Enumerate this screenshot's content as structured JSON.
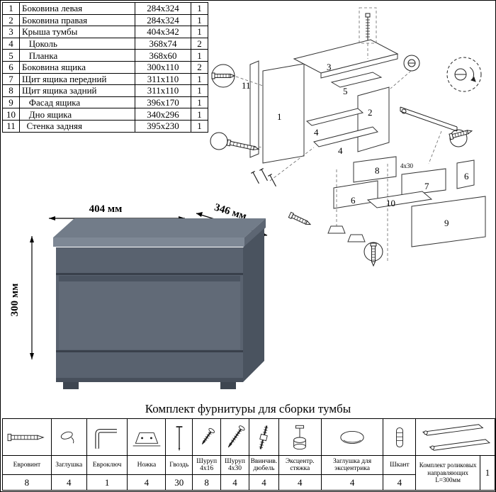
{
  "parts_table": {
    "rows": [
      {
        "num": "1",
        "name": "Боковина левая",
        "size": "284x324",
        "qty": "1"
      },
      {
        "num": "2",
        "name": "Боковина правая",
        "size": "284x324",
        "qty": "1"
      },
      {
        "num": "3",
        "name": "Крыша тумбы",
        "size": "404x342",
        "qty": "1"
      },
      {
        "num": "4",
        "name": "   Цоколь",
        "size": "368x74",
        "qty": "2"
      },
      {
        "num": "5",
        "name": "   Планка",
        "size": "368x60",
        "qty": "1"
      },
      {
        "num": "6",
        "name": "Боковина ящика",
        "size": "300x110",
        "qty": "2"
      },
      {
        "num": "7",
        "name": "Щит ящика передний",
        "size": "311x110",
        "qty": "1"
      },
      {
        "num": "8",
        "name": "Щит ящика задний",
        "size": "311x110",
        "qty": "1"
      },
      {
        "num": "9",
        "name": "   Фасад ящика",
        "size": "396x170",
        "qty": "1"
      },
      {
        "num": "10",
        "name": "   Дно ящика",
        "size": "340x296",
        "qty": "1"
      },
      {
        "num": "11",
        "name": "  Стенка задняя",
        "size": "395x230",
        "qty": "1"
      }
    ]
  },
  "product": {
    "dim_width": "404 мм",
    "dim_depth": "346 мм",
    "dim_height": "300 мм",
    "colors": {
      "top": "#727c89",
      "top_edge": "#7e8895",
      "front": "#59626f",
      "drawer": "#616a77",
      "groove": "#4b5461",
      "side": "#4a535f",
      "gap": "#39404b",
      "plinth_shadow": "#474f5b",
      "leg": "#3e4651"
    }
  },
  "diagram": {
    "labels": {
      "l1": "1",
      "l2": "2",
      "l3": "3",
      "l4a": "4",
      "l4b": "4",
      "l5": "5",
      "l6a": "6",
      "l6b": "6",
      "l7": "7",
      "l8": "8",
      "l9": "9",
      "l10": "10",
      "l11": "11"
    },
    "note": "4x30"
  },
  "hardware": {
    "title": "Комплект фурнитуры для сборки тумбы",
    "items": [
      {
        "name": "Евровинт",
        "qty": "8"
      },
      {
        "name": "Заглушка",
        "qty": "4"
      },
      {
        "name": "Евроключ",
        "qty": "1"
      },
      {
        "name": "Ножка",
        "qty": "4"
      },
      {
        "name": "Гвоздь",
        "qty": "30"
      },
      {
        "name": "Шуруп 4x16",
        "qty": "8"
      },
      {
        "name": "Шуруп 4x30",
        "qty": "4"
      },
      {
        "name": "Ввинчив. дюбель",
        "qty": "4"
      },
      {
        "name": "Эксцентр. стяжка",
        "qty": "4"
      },
      {
        "name": "Заглушка для эксцентрика",
        "qty": "4"
      },
      {
        "name": "Шкант",
        "qty": "4"
      },
      {
        "name": "Комплект роликовых направляющих L=300мм",
        "qty": "1"
      }
    ]
  }
}
